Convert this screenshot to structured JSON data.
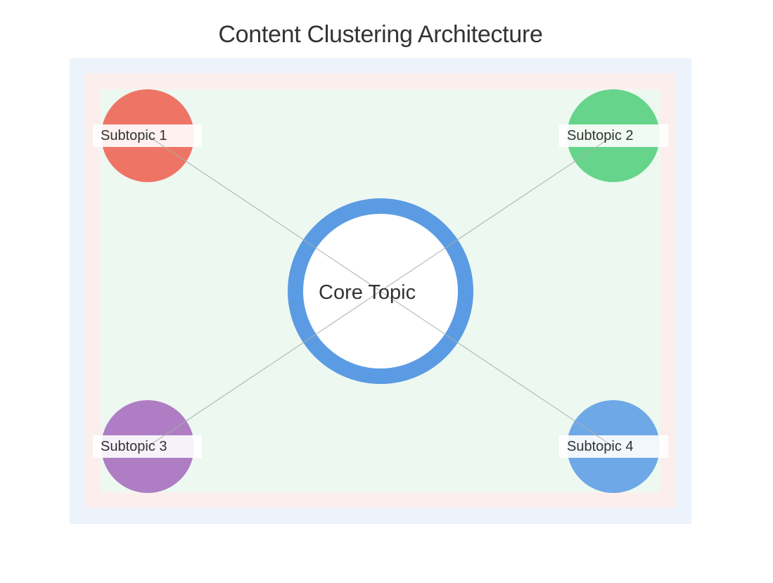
{
  "title": "Content Clustering Architecture",
  "core": {
    "label": "Core Topic",
    "color": "#5b9be3"
  },
  "subtopics": [
    {
      "label": "Subtopic 1",
      "color": "#ee7566"
    },
    {
      "label": "Subtopic 2",
      "color": "#66d48a"
    },
    {
      "label": "Subtopic 3",
      "color": "#ae7dc3"
    },
    {
      "label": "Subtopic 4",
      "color": "#6ea8e6"
    }
  ],
  "colors": {
    "outer_frame": "#ecf3fb",
    "middle_frame": "#fdeeee",
    "inner_area": "#edf8f1",
    "connector": "#a6b1ab"
  }
}
